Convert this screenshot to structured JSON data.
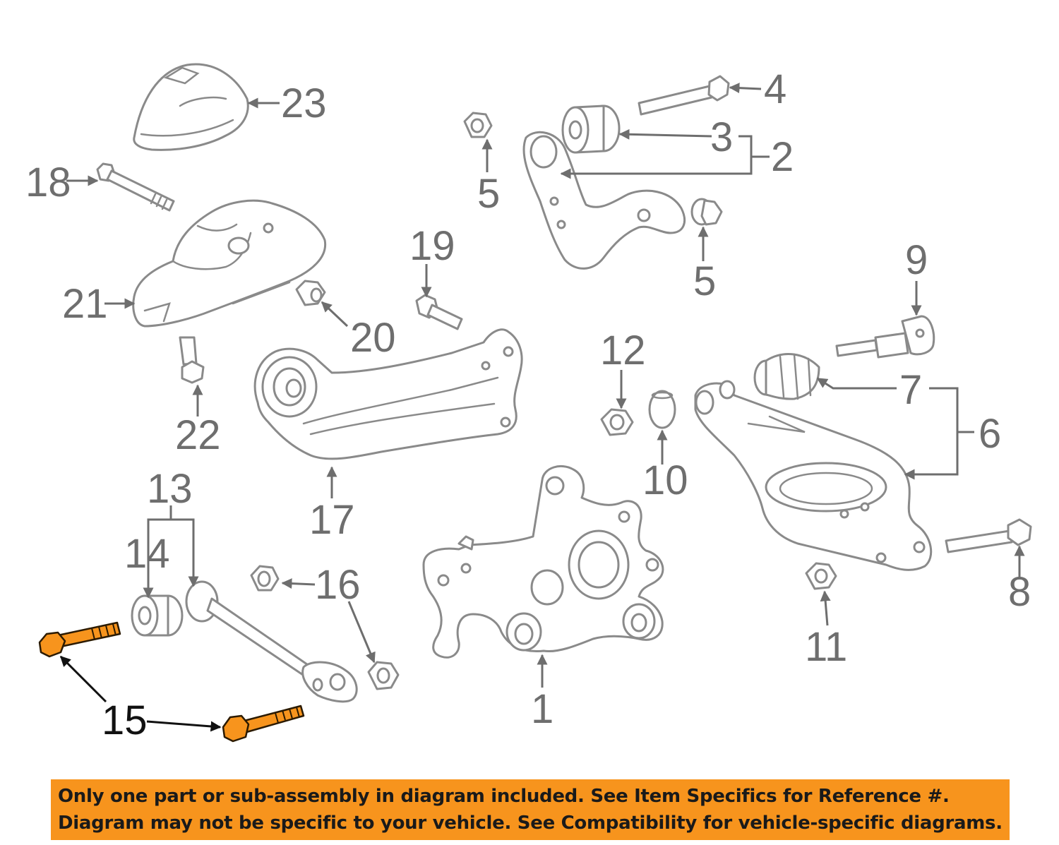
{
  "diagram": {
    "callouts": {
      "c1": "1",
      "c2": "2",
      "c3": "3",
      "c4": "4",
      "c5a": "5",
      "c5b": "5",
      "c6": "6",
      "c7": "7",
      "c8": "8",
      "c9": "9",
      "c10": "10",
      "c11": "11",
      "c12": "12",
      "c13": "13",
      "c14": "14",
      "c15": "15",
      "c16": "16",
      "c17": "17",
      "c18": "18",
      "c19": "19",
      "c20": "20",
      "c21": "21",
      "c22": "22",
      "c23": "23"
    },
    "highlighted_part": "15",
    "colors": {
      "highlight": "#f7941d",
      "line": "#8a8a8a",
      "callout_text": "#6e6e6e",
      "banner": "#f7941d"
    }
  },
  "footer": {
    "line1": "Only one part or sub-assembly in diagram included. See Item Specifics for Reference #.",
    "line2": "Diagram may not be specific to your vehicle. See Compatibility for vehicle-specific diagrams."
  }
}
